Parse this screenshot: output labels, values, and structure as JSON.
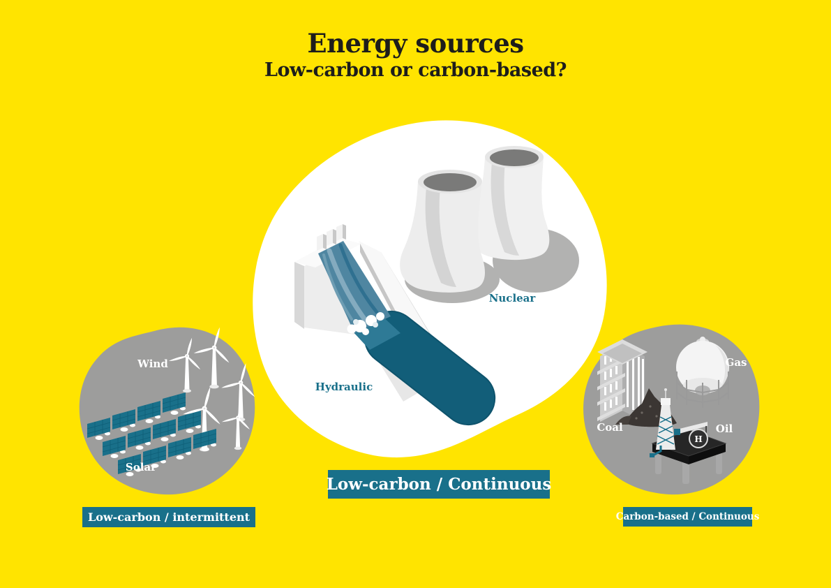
{
  "header": {
    "title": "Energy sources",
    "subtitle": "Low-carbon or carbon-based?"
  },
  "colors": {
    "background_yellow": "#FFE400",
    "teal": "#19708A",
    "pool_dark_teal": "#125E79",
    "waterfall_blue": "#4F86A1",
    "gray_blob": "#9D9D9C",
    "white_blob": "#FFFFFF",
    "text_dark": "#1D1D1B",
    "shadow_gray": "#B2B2B1"
  },
  "groups": {
    "center": {
      "items": [
        {
          "label": "Hydraulic",
          "icon": "hydraulic-dam-icon"
        },
        {
          "label": "Nuclear",
          "icon": "nuclear-cooling-towers-icon"
        }
      ],
      "banner": "Low-carbon / Continuous"
    },
    "left": {
      "items": [
        {
          "label": "Wind",
          "icon": "wind-turbines-icon"
        },
        {
          "label": "Solar",
          "icon": "solar-panels-icon"
        }
      ],
      "banner": "Low-carbon / intermittent"
    },
    "right": {
      "items": [
        {
          "label": "Coal",
          "icon": "coal-plant-icon"
        },
        {
          "label": "Gas",
          "icon": "gas-tank-icon"
        },
        {
          "label": "Oil",
          "icon": "oil-rig-icon"
        }
      ],
      "banner": "Carbon-based / Continuous",
      "helipad_letter": "H"
    }
  }
}
